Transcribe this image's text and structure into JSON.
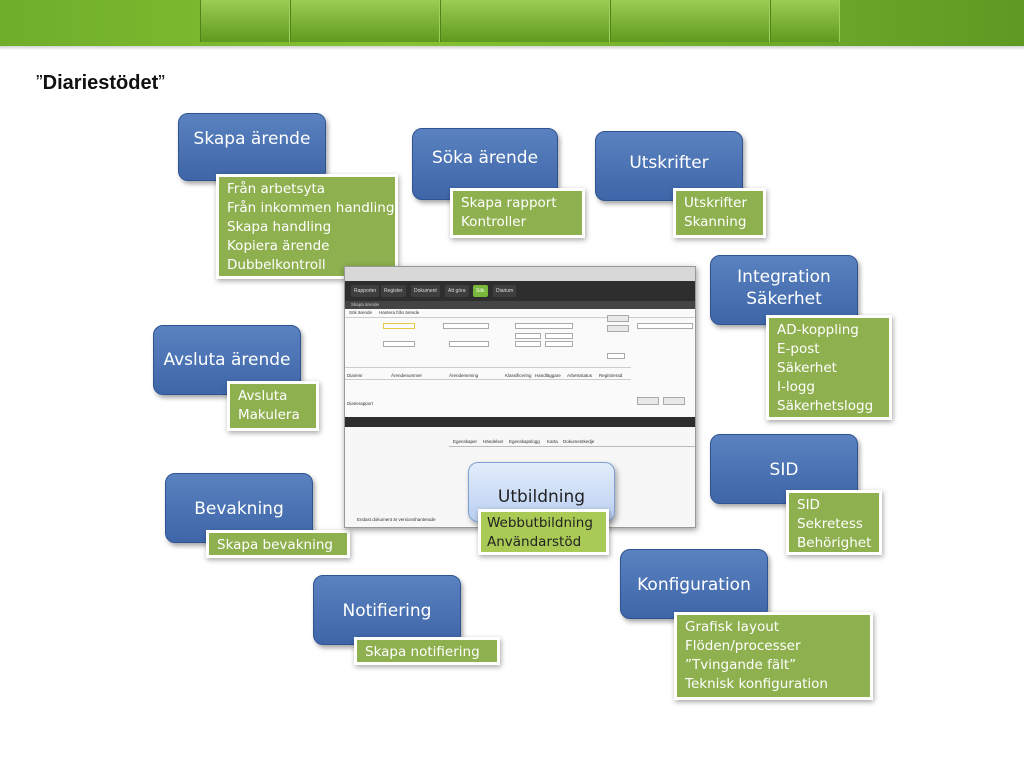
{
  "title": {
    "quote_open": "”",
    "bold": "Diariestödet",
    "quote_close": "”"
  },
  "categories": [
    {
      "id": "skapa",
      "label": "Skapa ärende",
      "items": [
        "Från arbetsyta",
        "Från inkommen handling",
        "Skapa handling",
        "Kopiera ärende",
        "Dubbelkontroll"
      ]
    },
    {
      "id": "soka",
      "label": "Söka ärende",
      "items": [
        "Skapa rapport",
        "Kontroller"
      ]
    },
    {
      "id": "utskrifter",
      "label": "Utskrifter",
      "items": [
        "Utskrifter",
        "Skanning"
      ]
    },
    {
      "id": "integration",
      "label": "Integration\nSäkerhet",
      "items": [
        "AD-koppling",
        "E-post",
        "Säkerhet",
        "I-logg",
        "Säkerhetslogg"
      ]
    },
    {
      "id": "avsluta",
      "label": "Avsluta ärende",
      "items": [
        "Avsluta",
        "Makulera"
      ]
    },
    {
      "id": "sid",
      "label": "SID",
      "items": [
        "SID",
        "Sekretess",
        "Behörighet"
      ]
    },
    {
      "id": "bevakning",
      "label": "Bevakning",
      "items": [
        "Skapa bevakning"
      ]
    },
    {
      "id": "konfiguration",
      "label": "Konfiguration",
      "items": [
        "Grafisk layout",
        "Flöden/processer",
        "”Tvingande fält”",
        "Teknisk konfiguration"
      ]
    },
    {
      "id": "notifiering",
      "label": "Notifiering",
      "items": [
        "Skapa notifiering"
      ]
    },
    {
      "id": "utbildning",
      "label": "Utbildning",
      "items": [
        "Webbutbildning",
        "Användarstöd"
      ]
    }
  ],
  "screenshot": {
    "menu": [
      "Rapporter",
      "Register",
      "Dokument",
      "Att göra",
      "Sök",
      "Diarium"
    ],
    "sub": "Skapa ärende",
    "tabs": [
      "Sök ärende",
      "Hantera från ärende"
    ],
    "lower_tabs": [
      "Egenskaper",
      "Händelser",
      "Egenskapslogg",
      "Karta",
      "Dokumentkedje"
    ],
    "columns": [
      "Diarienr",
      "Ärendenummer",
      "Ärendemening",
      "Klassificering",
      "Handläggare",
      "Arbetsstatus",
      "Registrerad"
    ],
    "footer_left": "Diarierapport",
    "footer_note": "Endast dokument är versionshanterade"
  }
}
